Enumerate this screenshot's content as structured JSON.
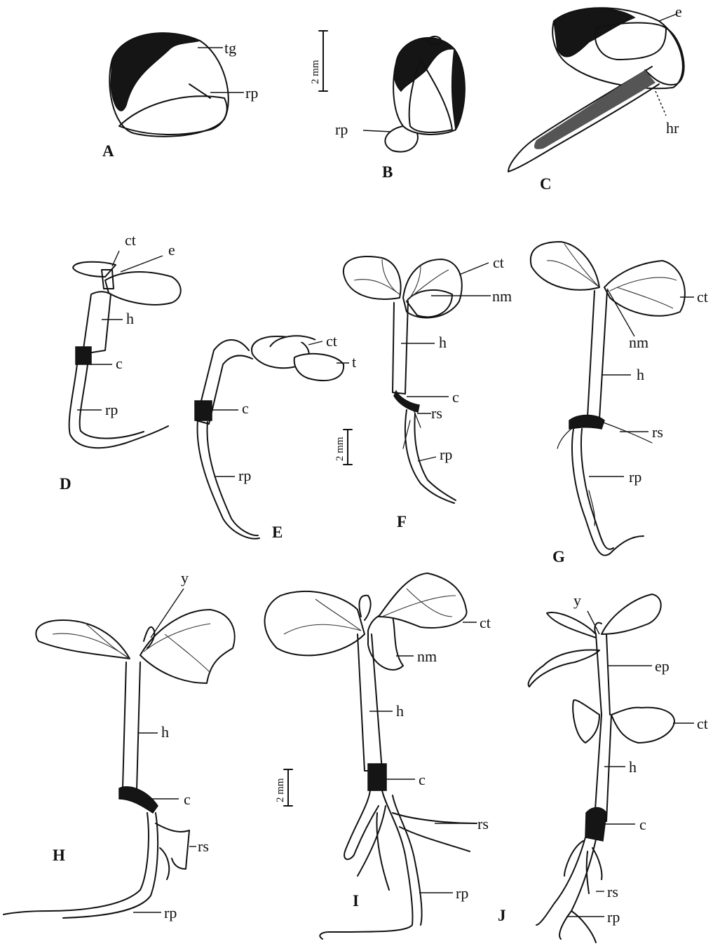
{
  "panels": {
    "A": {
      "letter": "A",
      "labels": {
        "tg": "tg",
        "rp": "rp"
      }
    },
    "B": {
      "letter": "B",
      "labels": {
        "rp": "rp"
      }
    },
    "C": {
      "letter": "C",
      "labels": {
        "e": "e",
        "hr": "hr"
      }
    },
    "D": {
      "letter": "D",
      "labels": {
        "ct": "ct",
        "e": "e",
        "h": "h",
        "c": "c",
        "rp": "rp"
      }
    },
    "E": {
      "letter": "E",
      "labels": {
        "ct": "ct",
        "t": "t",
        "c": "c",
        "rp": "rp"
      }
    },
    "F": {
      "letter": "F",
      "labels": {
        "ct": "ct",
        "nm": "nm",
        "h": "h",
        "c": "c",
        "rs": "rs",
        "rp": "rp"
      }
    },
    "G": {
      "letter": "G",
      "labels": {
        "ct": "ct",
        "nm": "nm",
        "h": "h",
        "rs": "rs",
        "rp": "rp"
      }
    },
    "H": {
      "letter": "H",
      "labels": {
        "y": "y",
        "h": "h",
        "c": "c",
        "rs": "rs",
        "rp": "rp"
      }
    },
    "I": {
      "letter": "I",
      "labels": {
        "ct": "ct",
        "nm": "nm",
        "h": "h",
        "c": "c",
        "rs": "rs",
        "rp": "rp"
      }
    },
    "J": {
      "letter": "J",
      "labels": {
        "y": "y",
        "ep": "ep",
        "ct": "ct",
        "h": "h",
        "c": "c",
        "rs": "rs",
        "rp": "rp"
      }
    }
  },
  "scale_bars": {
    "top": "2 mm",
    "middle": "2 mm",
    "bottom": "2 mm"
  }
}
